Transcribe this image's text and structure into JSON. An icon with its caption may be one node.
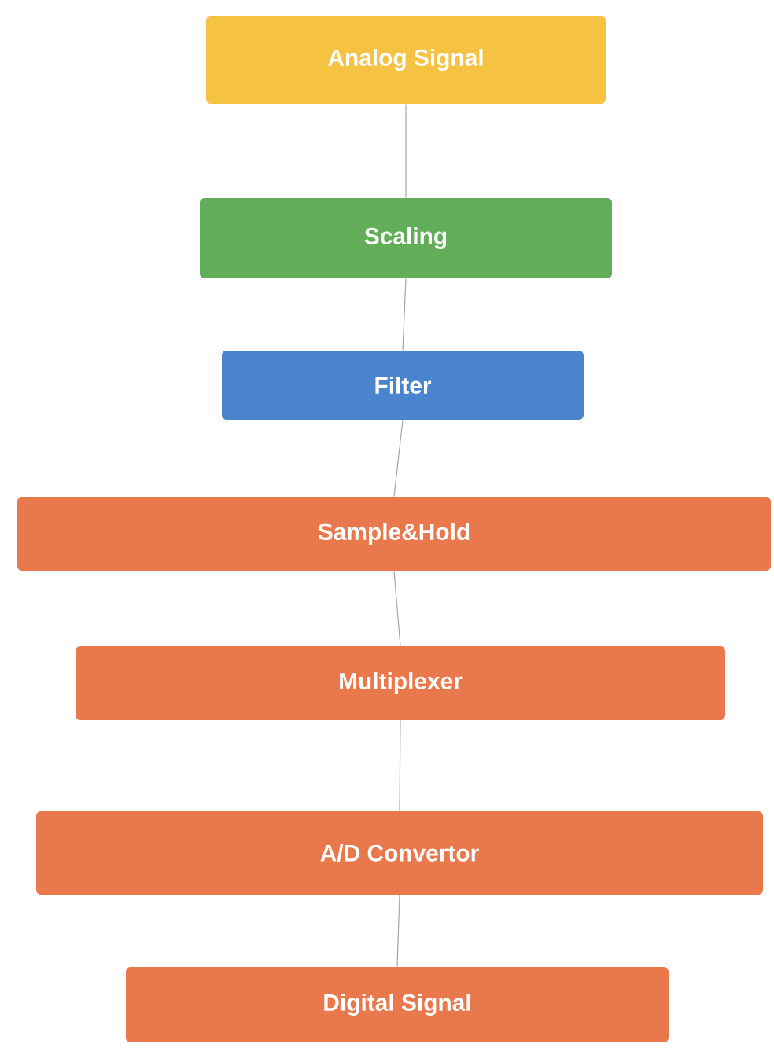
{
  "diagram": {
    "nodes": [
      {
        "text": [
          "Analog Signal"
        ]
      },
      {
        "text": [
          "Scaling"
        ]
      },
      {
        "text": [
          "Filter"
        ]
      },
      {
        "text": [
          "Sample&Hold"
        ]
      },
      {
        "text": [
          "Multiplexer"
        ]
      },
      {
        "text": [
          "A/D Convertor"
        ]
      },
      {
        "text": [
          "Digital Signal"
        ]
      }
    ],
    "edges": [
      {
        "from": 0,
        "to": 1,
        "arrow": "none"
      },
      {
        "from": 1,
        "to": 2,
        "arrow": "none"
      },
      {
        "from": 2,
        "to": 3,
        "arrow": "none"
      },
      {
        "from": 3,
        "to": 4,
        "arrow": "none"
      },
      {
        "from": 4,
        "to": 5,
        "arrow": "none"
      },
      {
        "from": 5,
        "to": 6,
        "arrow": "none"
      }
    ]
  }
}
